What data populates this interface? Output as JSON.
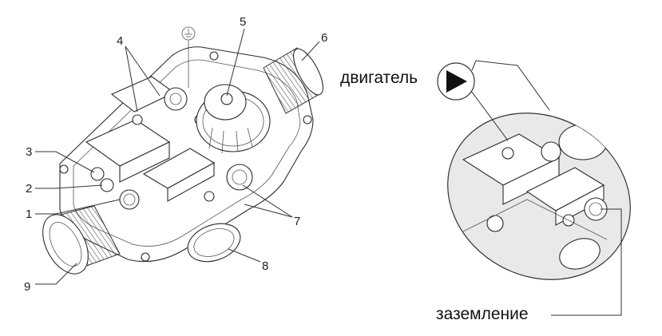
{
  "callouts": [
    "1",
    "2",
    "3",
    "4",
    "5",
    "6",
    "7",
    "8",
    "9"
  ],
  "labels": {
    "motor": "двигатель",
    "ground": "заземление"
  },
  "colors": {
    "line": "#333333",
    "background": "#ffffff",
    "lens_fill": "#e9e9e9"
  },
  "icons": [
    "ground-symbol-icon",
    "motor-play-icon"
  ]
}
